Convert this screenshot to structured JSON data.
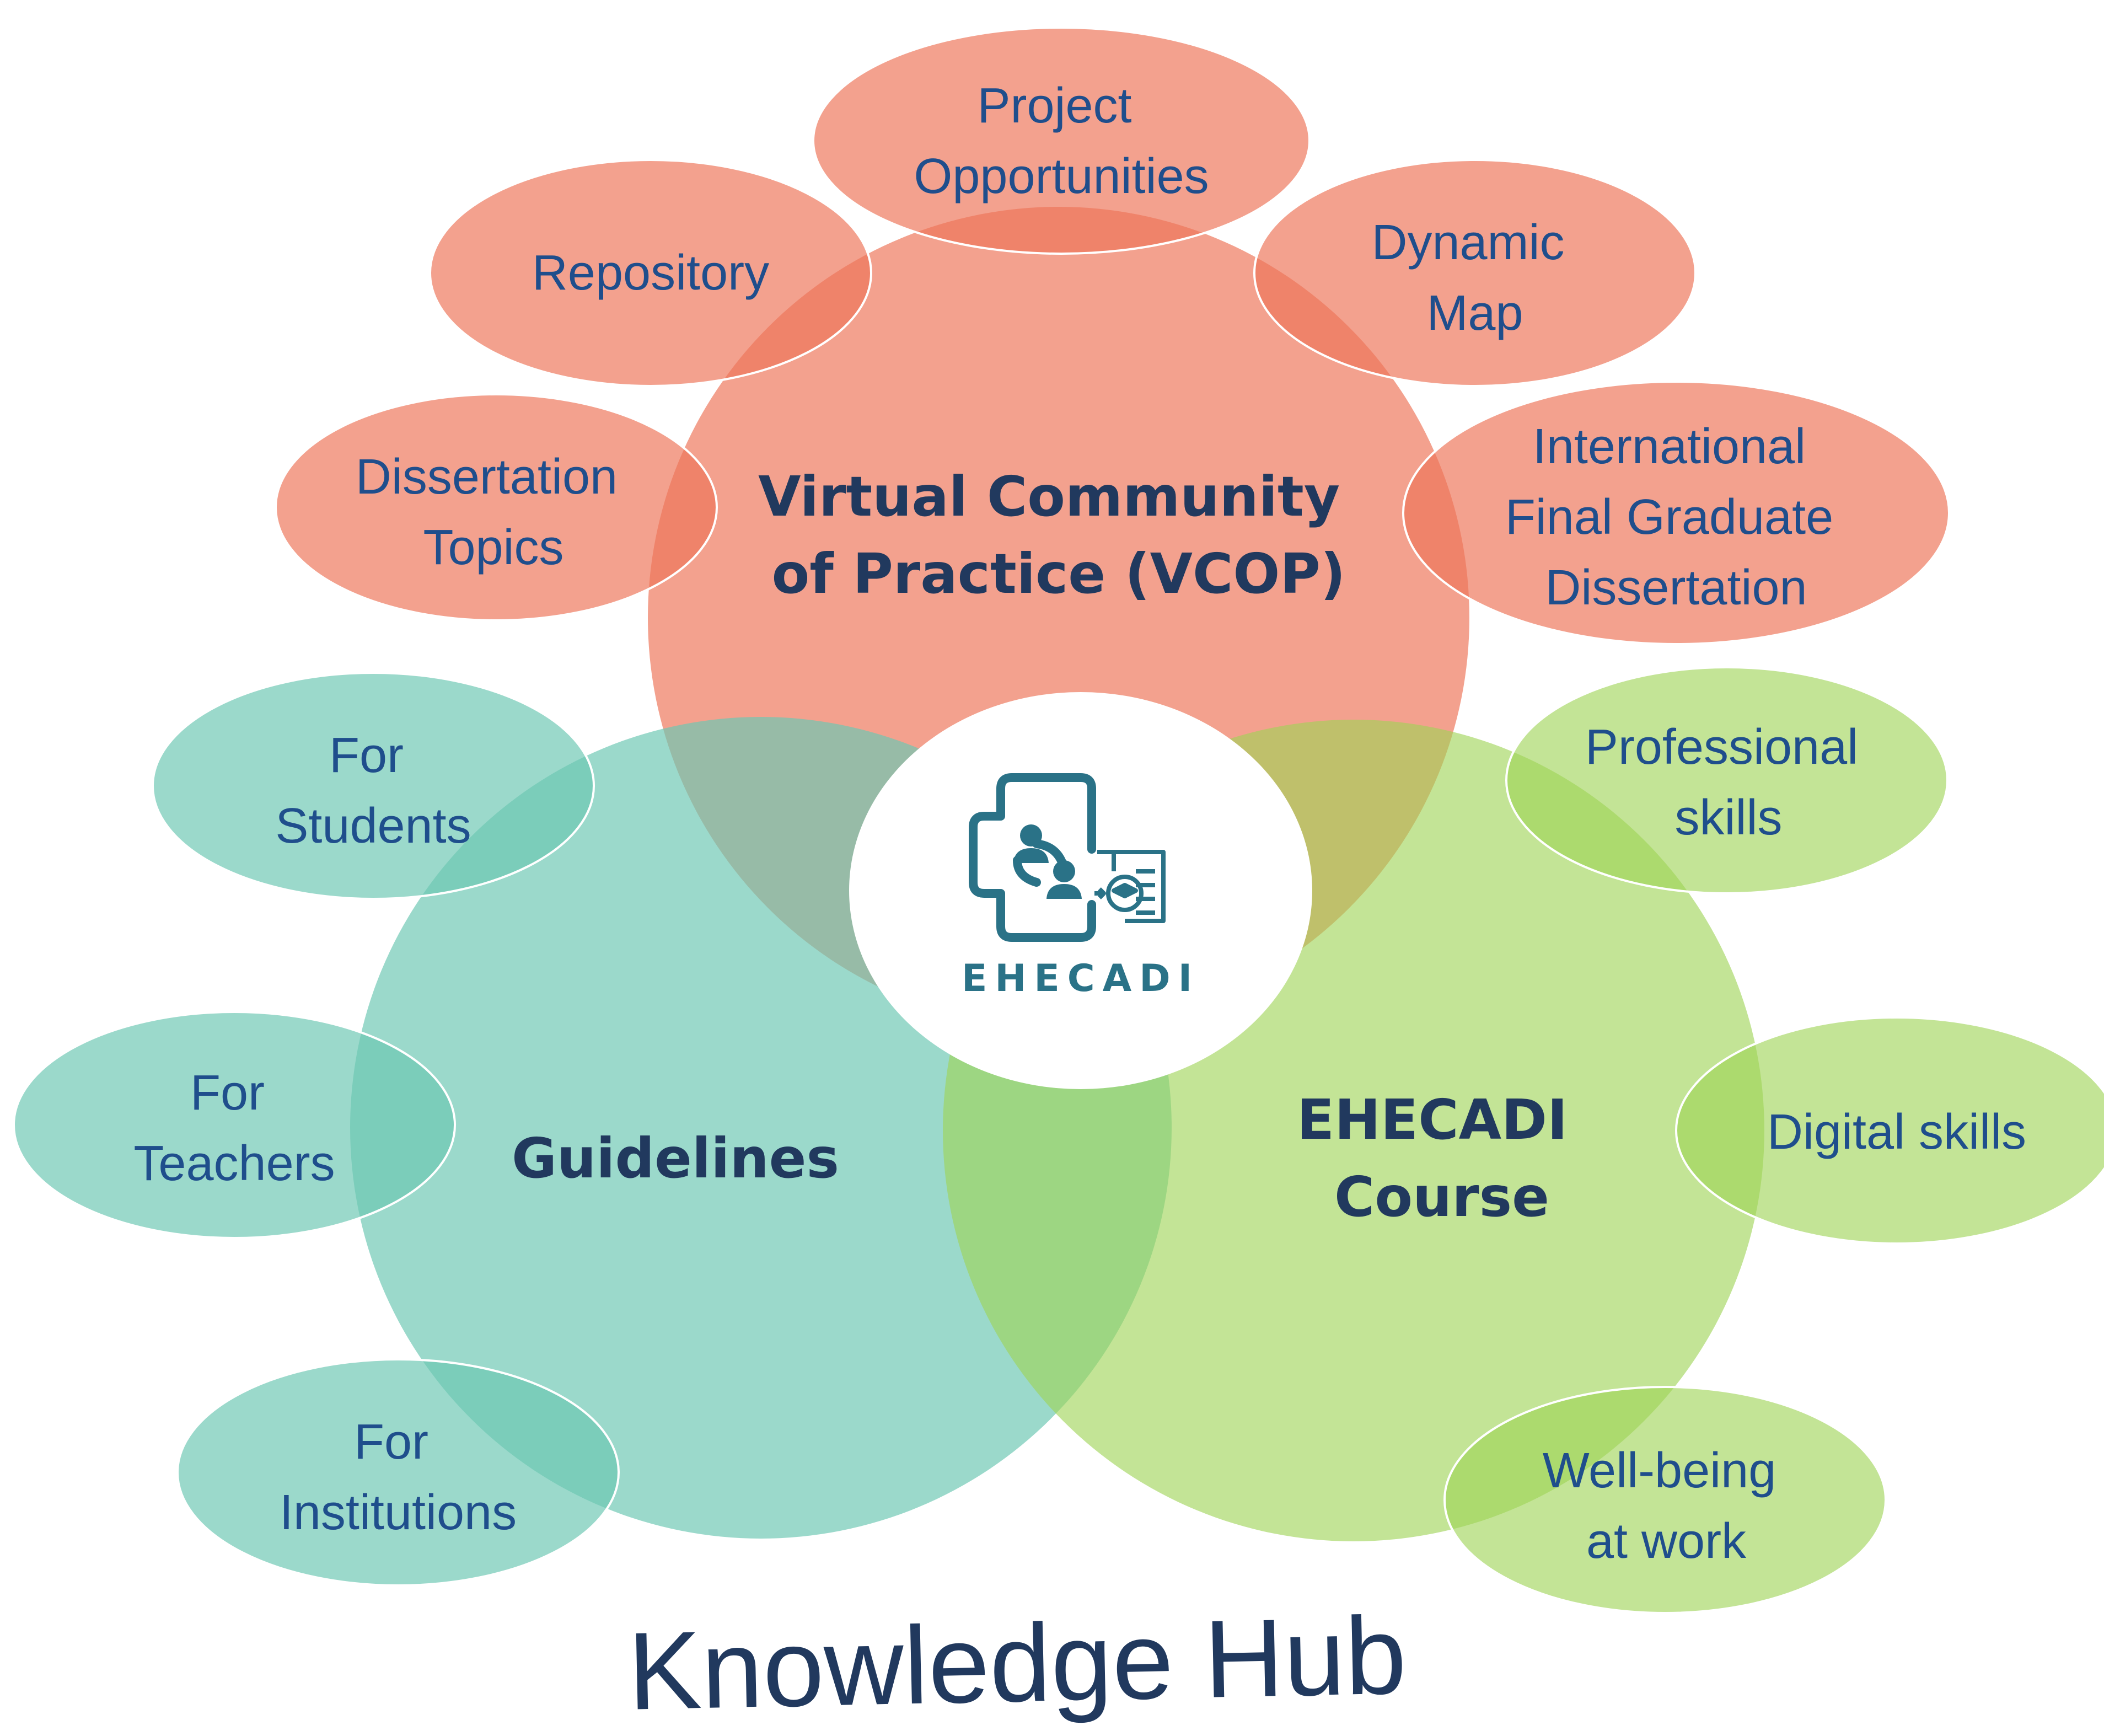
{
  "title": "Knowledge Hub",
  "colors": {
    "vcop": "#ee7458",
    "guidelines": "#6cc7b3",
    "course": "#9ed456",
    "text_main": "#21395e",
    "text_sat": "#1f4e8c",
    "logo": "#2a7287"
  },
  "center": {
    "logo_text": "EHECADI",
    "icon": "people-exchange-document-icon"
  },
  "vcop": {
    "label_lines": [
      "Virtual Community",
      "of Practice (VCOP)"
    ],
    "satellites": [
      {
        "lines": [
          "Project",
          "Opportunities"
        ]
      },
      {
        "lines": [
          "Repository"
        ]
      },
      {
        "lines": [
          "Dynamic",
          "Map"
        ]
      },
      {
        "lines": [
          "Dissertation",
          "Topics"
        ]
      },
      {
        "lines": [
          "International",
          "Final Graduate",
          "Dissertation"
        ]
      }
    ]
  },
  "guidelines": {
    "label_lines": [
      "Guidelines"
    ],
    "satellites": [
      {
        "lines": [
          "For",
          "Students"
        ]
      },
      {
        "lines": [
          "For",
          "Teachers"
        ]
      },
      {
        "lines": [
          "For",
          "Institutions"
        ]
      }
    ]
  },
  "course": {
    "label_lines": [
      "EHECADI",
      "Course"
    ],
    "satellites": [
      {
        "lines": [
          "Professional",
          "skills"
        ]
      },
      {
        "lines": [
          "Digital skills"
        ]
      },
      {
        "lines": [
          "Well-being",
          "at work"
        ]
      }
    ]
  }
}
